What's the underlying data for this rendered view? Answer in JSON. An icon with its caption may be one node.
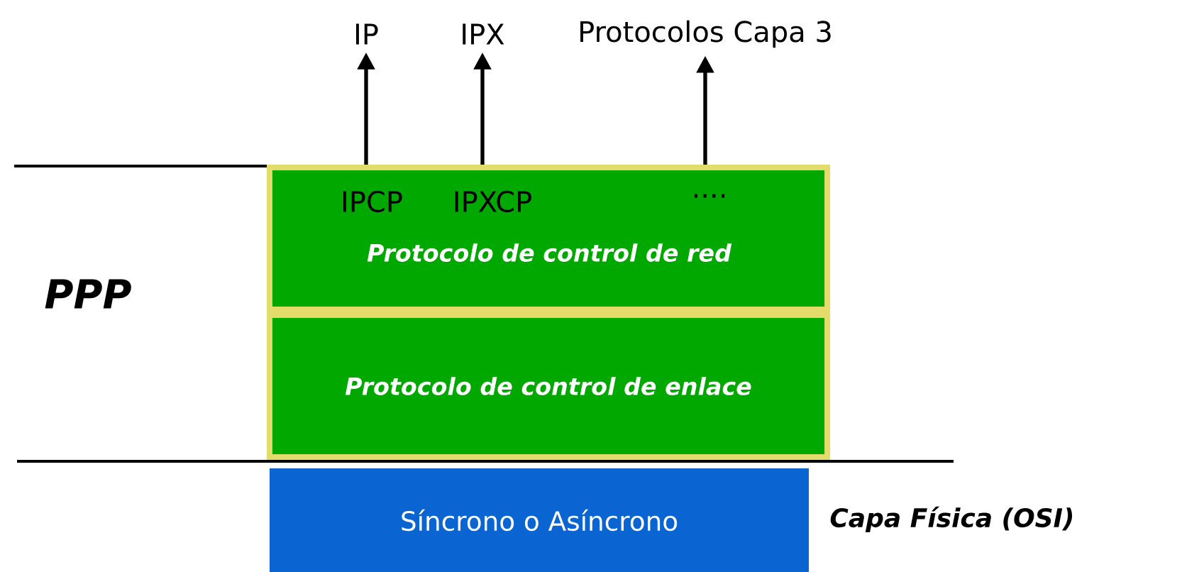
{
  "diagram": {
    "nodes": [
      {
        "text": [
          "IPCP",
          "IPXCP",
          "....",
          "Protocolo de control de red"
        ]
      },
      {
        "text": [
          "Protocolo de control de enlace"
        ]
      },
      {
        "text": [
          "Síncrono o Asíncrono"
        ],
        "beside": [
          "Capa Física (OSI)"
        ]
      },
      {
        "text": [
          "IP"
        ]
      },
      {
        "text": [
          "IPX"
        ]
      },
      {
        "text": [
          "Protocolos Capa 3"
        ]
      }
    ],
    "edges": [
      {
        "from": 0,
        "to": 3,
        "arrow": "to"
      },
      {
        "from": 0,
        "to": 4,
        "arrow": "to"
      },
      {
        "from": 0,
        "to": 5,
        "arrow": "to"
      }
    ],
    "labels": [
      "PPP"
    ]
  }
}
